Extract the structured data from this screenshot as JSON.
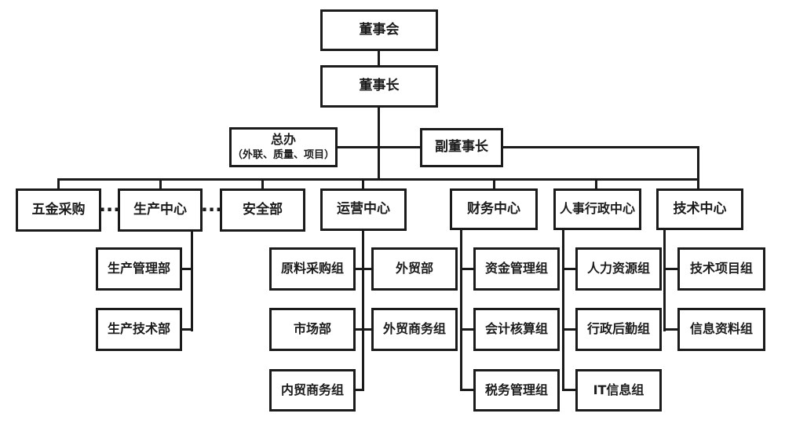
{
  "diagram": {
    "type": "org-chart",
    "line_color": "#1b1b1b",
    "background_color": "#ffffff",
    "ellipsis": "···",
    "nodes": {
      "board": {
        "label": "董事会"
      },
      "chairman": {
        "label": "董事长"
      },
      "general_office": {
        "label": "总办",
        "sublabel": "（外联、质量、项目）"
      },
      "vice_chairman": {
        "label": "副董事长"
      },
      "hardware_purchasing": {
        "label": "五金采购"
      },
      "production_center": {
        "label": "生产中心"
      },
      "safety_dept": {
        "label": "安全部"
      },
      "operations_center": {
        "label": "运营中心"
      },
      "finance_center": {
        "label": "财务中心"
      },
      "hr_admin_center": {
        "label": "人事行政中心"
      },
      "tech_center": {
        "label": "技术中心"
      },
      "production_mgmt_dept": {
        "label": "生产管理部"
      },
      "production_tech_dept": {
        "label": "生产技术部"
      },
      "raw_material_group": {
        "label": "原料采购组"
      },
      "market_dept": {
        "label": "市场部"
      },
      "domestic_trade_group": {
        "label": "内贸商务组"
      },
      "foreign_trade_dept": {
        "label": "外贸部"
      },
      "foreign_trade_group": {
        "label": "外贸商务组"
      },
      "fund_mgmt_group": {
        "label": "资金管理组"
      },
      "accounting_group": {
        "label": "会计核算组"
      },
      "tax_mgmt_group": {
        "label": "税务管理组"
      },
      "hr_group": {
        "label": "人力资源组"
      },
      "admin_logistics_group": {
        "label": "行政后勤组"
      },
      "it_info_group": {
        "label": "IT信息组"
      },
      "tech_project_group": {
        "label": "技术项目组"
      },
      "info_data_group": {
        "label": "信息资料组"
      }
    }
  }
}
